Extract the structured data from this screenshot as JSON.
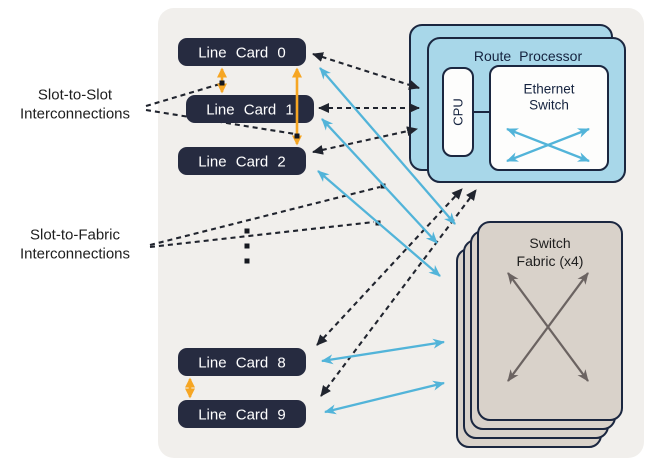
{
  "left_labels": {
    "slot_to_slot": {
      "line1": "Slot-to-Slot",
      "line2": "Interconnections"
    },
    "slot_to_fabric": {
      "line1": "Slot-to-Fabric",
      "line2": "Interconnections"
    }
  },
  "line_cards": [
    "Line Card 0",
    "Line Card 1",
    "Line Card 2",
    "Line Card 8",
    "Line Card 9"
  ],
  "route_processor": {
    "title": "Route Processor",
    "cpu_label": "CPU",
    "ethernet_switch": {
      "line1": "Ethernet",
      "line2": "Switch"
    }
  },
  "switch_fabric": {
    "title": {
      "line1": "Switch",
      "line2": "Fabric (x4)"
    }
  },
  "colors": {
    "panel_background": "#f1efec",
    "line_card_fill": "#262b40",
    "route_processor_fill": "#a8d7e9",
    "switch_fabric_fill": "#d9d2ca",
    "outline_navy": "#1b2740",
    "blue_arrow": "#52b4d9",
    "orange_arrow": "#f6a623",
    "dashed_black": "#20242e",
    "fabric_arrow_gray": "#6b6361",
    "card_text": "#ffffff"
  }
}
